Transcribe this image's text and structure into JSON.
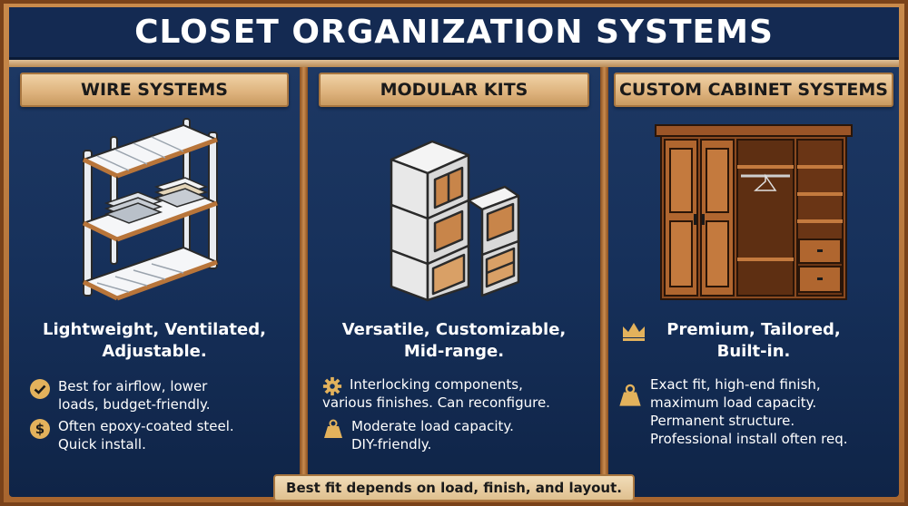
{
  "title": "CLOSET ORGANIZATION SYSTEMS",
  "columns": [
    {
      "heading": "WIRE SYSTEMS",
      "headline_1": "Lightweight, Ventilated,",
      "headline_2": "Adjustable.",
      "bullets": [
        {
          "icon": "check-circle-icon",
          "line1": "Best for airflow, lower",
          "line2": "loads, budget-friendly."
        },
        {
          "icon": "dollar-circle-icon",
          "line1": "Often epoxy-coated steel.",
          "line2": "Quick install."
        }
      ]
    },
    {
      "heading": "MODULAR KITS",
      "headline_1": "Versatile, Customizable,",
      "headline_2": "Mid-range.",
      "bullets": [
        {
          "icon": "gear-icon",
          "line1": "Interlocking components,",
          "line2": "various finishes. Can reconfigure."
        },
        {
          "icon": "weight-icon",
          "line1": "Moderate load capacity.",
          "line2": "DIY-friendly."
        }
      ]
    },
    {
      "heading": "CUSTOM CABINET SYSTEMS",
      "headline_1": "Premium, Tailored,",
      "headline_2": "Built-in.",
      "bullets": [
        {
          "icon": "weight-icon",
          "line1": "Exact fit, high-end finish,",
          "line2": "maximum load capacity.",
          "line3": "Permanent structure.",
          "line4": "Professional install often req."
        }
      ]
    }
  ],
  "footer": "Best fit depends on load, finish, and layout.",
  "colors": {
    "navy": "#16305a",
    "wood": "#ddb27c",
    "icon_gold": "#e3b25c"
  }
}
